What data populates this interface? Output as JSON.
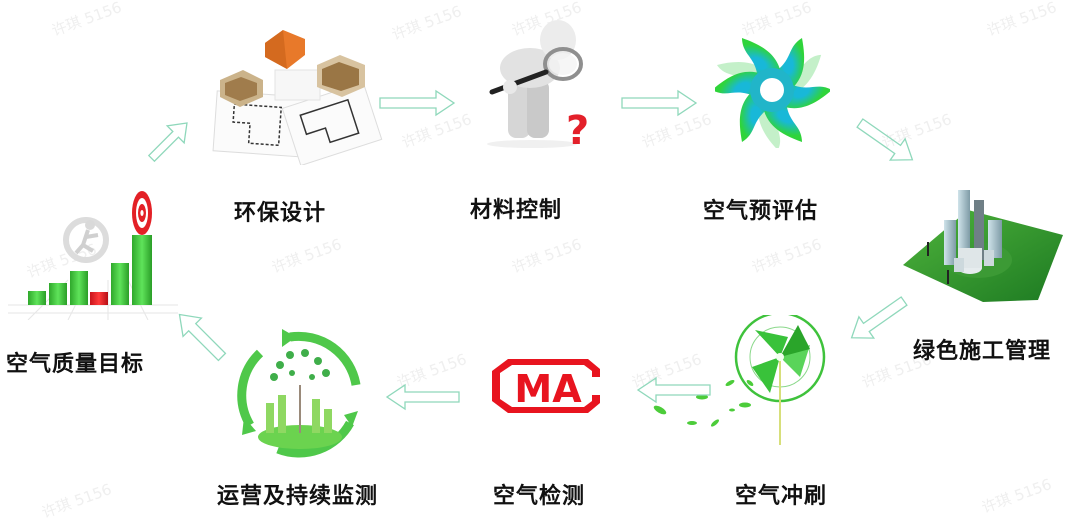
{
  "watermark": "许琪 5156",
  "colors": {
    "arrow_stroke": "#8fd8bb",
    "green": "#3cc43a",
    "red": "#e3202a",
    "cma_red": "#e8141f",
    "orange": "#e87a2a",
    "text": "#111111"
  },
  "steps": [
    {
      "id": "air-quality-goal",
      "label": "空气质量目标",
      "icon": "bar-chart-target-icon"
    },
    {
      "id": "eco-design",
      "label": "环保设计",
      "icon": "house-blueprint-icon"
    },
    {
      "id": "material-control",
      "label": "材料控制",
      "icon": "magnifier-figure-icon"
    },
    {
      "id": "air-pre-assessment",
      "label": "空气预评估",
      "icon": "pinwheel-swirl-icon"
    },
    {
      "id": "green-construction",
      "label": "绿色施工管理",
      "icon": "green-city-icon"
    },
    {
      "id": "air-flush",
      "label": "空气冲刷",
      "icon": "windmill-leaves-icon"
    },
    {
      "id": "air-testing",
      "label": "空气检测",
      "icon": "cma-logo-icon",
      "icon_text": "MA"
    },
    {
      "id": "operation-monitoring",
      "label": "运营及持续监测",
      "icon": "eco-cycle-tree-icon"
    }
  ]
}
